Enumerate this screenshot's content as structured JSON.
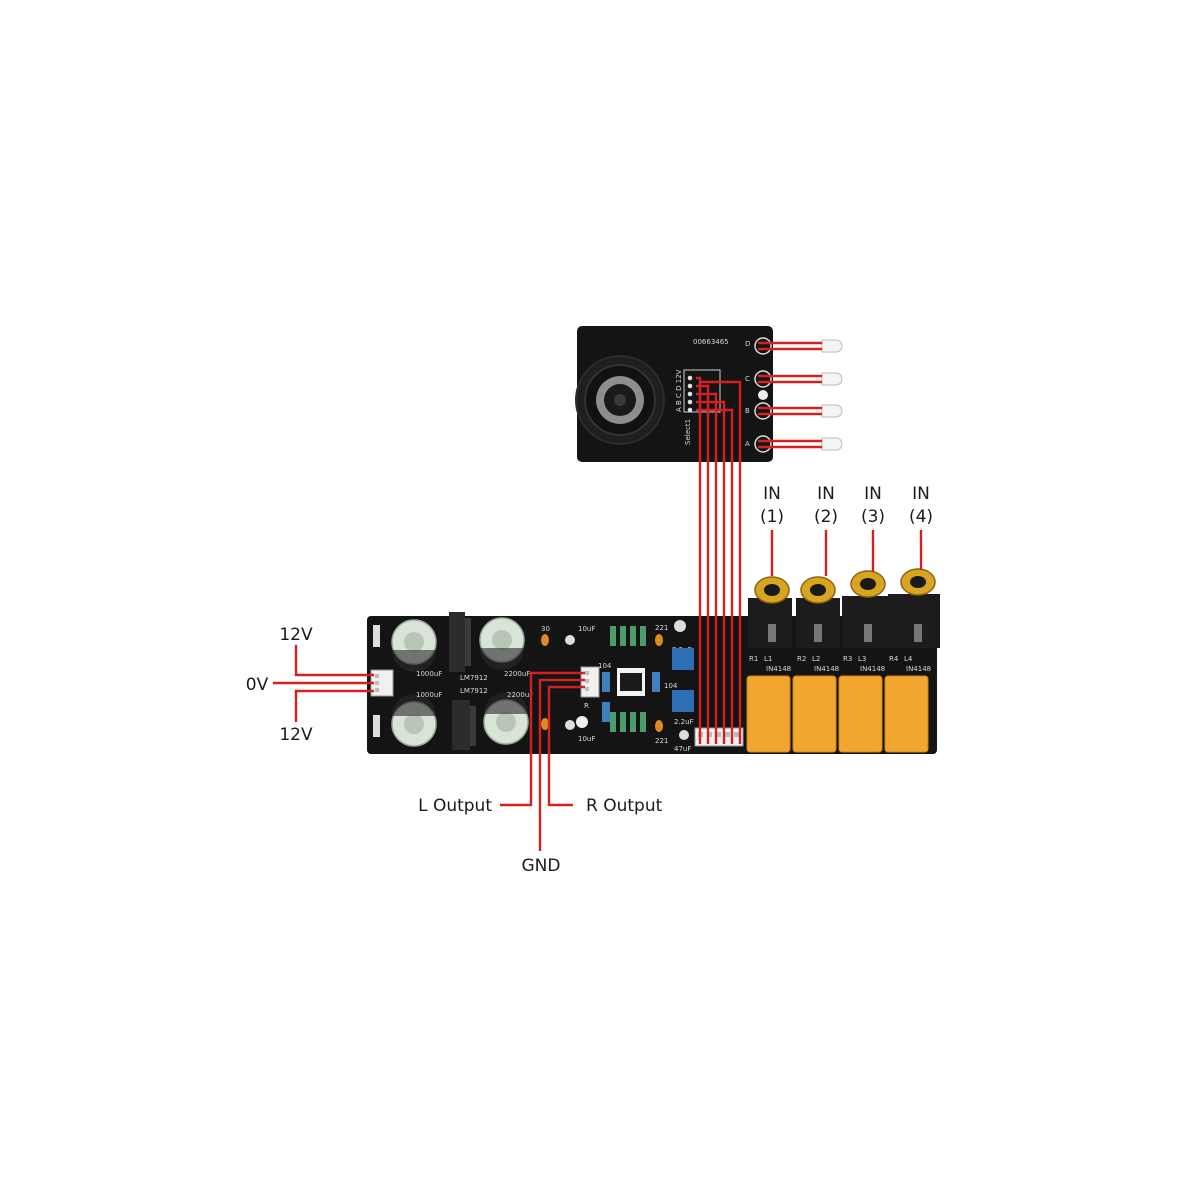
{
  "labels": {
    "in1_top": "IN",
    "in1_bottom": "(1)",
    "in2_top": "IN",
    "in2_bottom": "(2)",
    "in3_top": "IN",
    "in3_bottom": "(3)",
    "in4_top": "IN",
    "in4_bottom": "(4)",
    "power_top": "12V",
    "power_mid": "0V",
    "power_bottom": "12V",
    "left_output": "L Output",
    "right_output": "R Output",
    "ground": "GND"
  },
  "silkscreen": {
    "serial": "00663465",
    "led_d": "D",
    "led_c": "C",
    "led_b": "B",
    "led_a": "A",
    "header_pins": "A B C D 12V",
    "select": "Select1",
    "cap_1000a": "1000uF",
    "cap_1000b": "1000uF",
    "cap_2200a": "2200uF",
    "cap_2200b": "2200uF",
    "reg_a": "LM7912",
    "reg_b": "LM7912",
    "cap_10a": "10uF",
    "cap_10b": "10uF",
    "cap_22a": "2.2uF",
    "cap_22b": "2.2uF",
    "cap_47": "47uF",
    "val_104a": "104",
    "val_104b": "104",
    "val_221a": "221",
    "val_221b": "221",
    "val_30": "30",
    "mark_r": "R",
    "diode": "IN4148",
    "r1": "R1",
    "r2": "R2",
    "r3": "R3",
    "r4": "R4",
    "l1": "L1",
    "l2": "L2",
    "l3": "L3",
    "l4": "L4"
  },
  "colors": {
    "wire": "#d42020",
    "pcb": "#141414",
    "relay": "#f2a630",
    "rca_gold": "#d9a520",
    "capacitor": "#d8e4d6",
    "trimmer": "#2e6fb8"
  }
}
